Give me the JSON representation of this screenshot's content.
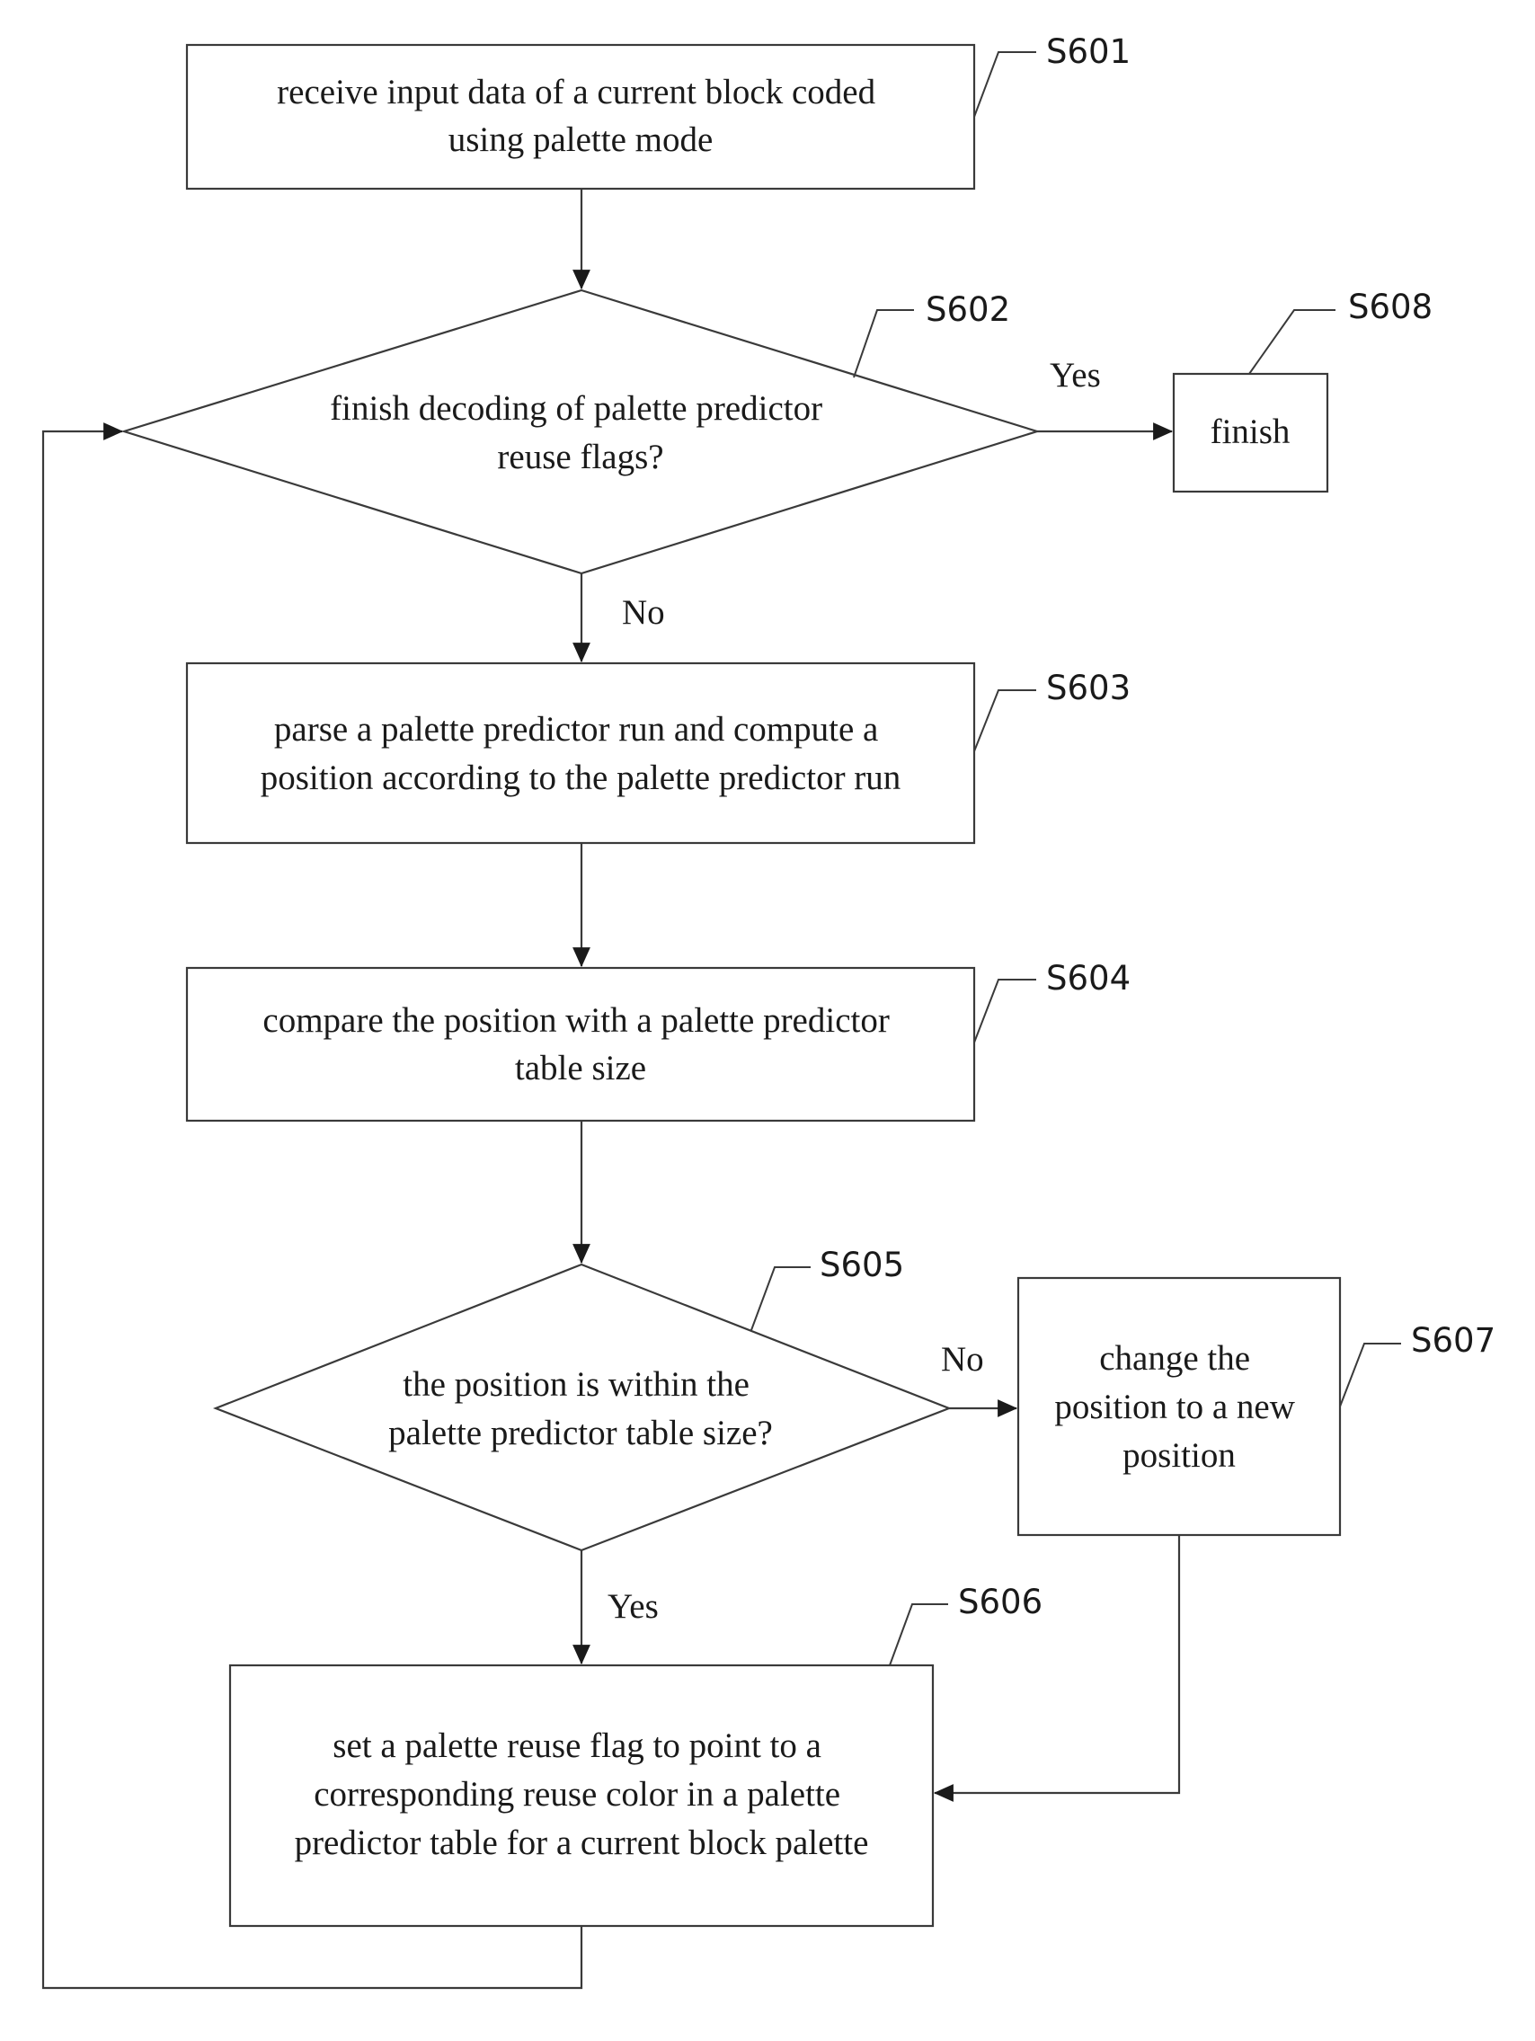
{
  "nodes": {
    "s601": {
      "label": "S601",
      "lines": [
        "receive input data of a current block coded",
        "using palette mode"
      ]
    },
    "s602": {
      "label": "S602",
      "lines": [
        "finish decoding of palette predictor",
        "reuse flags?"
      ]
    },
    "s603": {
      "label": "S603",
      "lines": [
        "parse a palette predictor run and compute a",
        "position according to the palette predictor run"
      ]
    },
    "s604": {
      "label": "S604",
      "lines": [
        "compare the position with a palette predictor",
        "table size"
      ]
    },
    "s605": {
      "label": "S605",
      "lines": [
        "the position is within the",
        "palette predictor table size?"
      ]
    },
    "s606": {
      "label": "S606",
      "lines": [
        "set a palette reuse flag to point to a",
        "corresponding reuse color in a palette",
        "predictor table for a current block palette"
      ]
    },
    "s607": {
      "label": "S607",
      "lines": [
        "change the",
        "position to a new",
        "position"
      ]
    },
    "s608": {
      "label": "S608",
      "lines": [
        "finish"
      ]
    }
  },
  "branches": {
    "s602_yes": "Yes",
    "s602_no": "No",
    "s605_no": "No",
    "s605_yes": "Yes"
  },
  "colors": {
    "stroke": "#3a3a3a",
    "text": "#1a1a1a",
    "background": "#ffffff"
  }
}
